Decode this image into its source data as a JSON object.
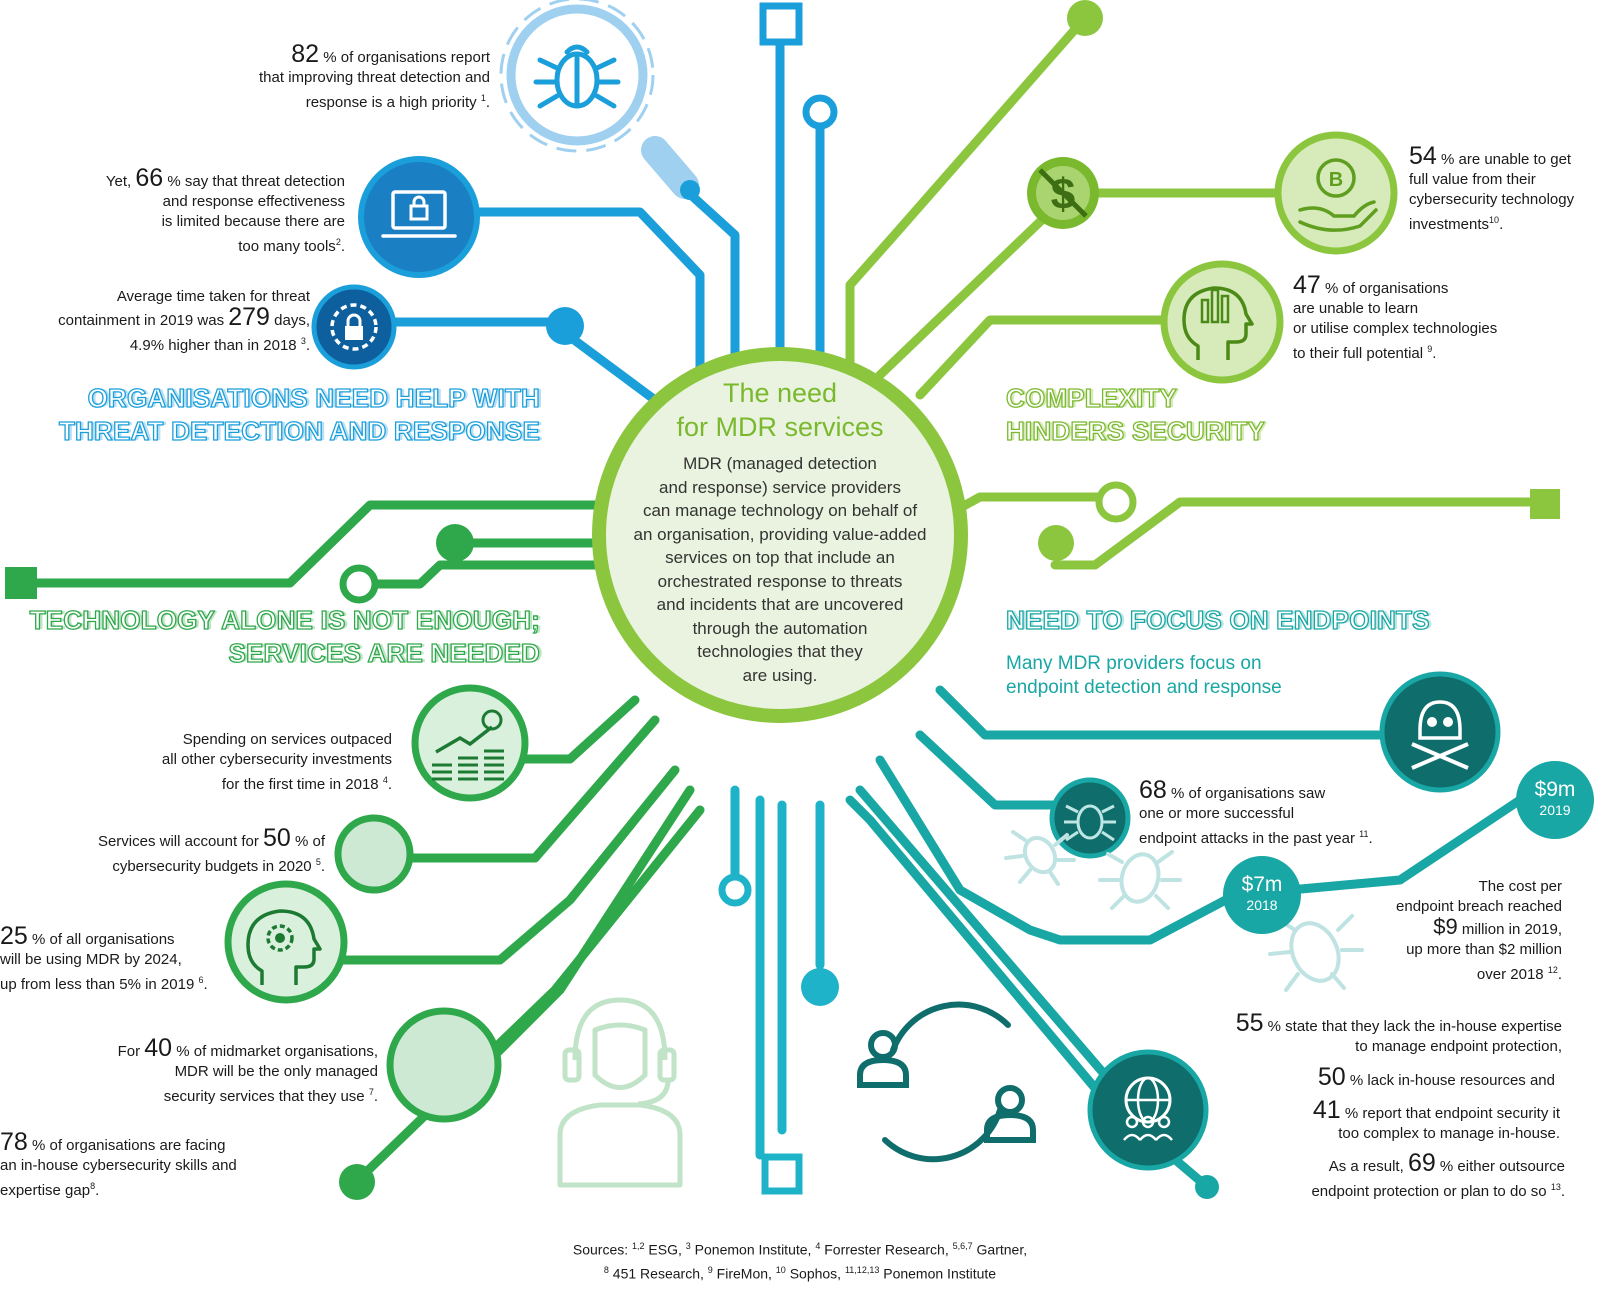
{
  "center": {
    "title_line1": "The need",
    "title_line2": "for MDR services",
    "body_lines": [
      "MDR (managed detection",
      "and response) service providers",
      "can manage technology on behalf of",
      "an organisation, providing value-added",
      "services on top that include an",
      "orchestrated response to threats",
      "and incidents that are uncovered",
      "through the automation",
      "technologies that they",
      "are using."
    ]
  },
  "headings": {
    "threat_line1": "ORGANISATIONS NEED HELP WITH",
    "threat_line2": "THREAT DETECTION AND RESPONSE",
    "complexity_line1": "COMPLEXITY",
    "complexity_line2": "HINDERS SECURITY",
    "technology_line1": "TECHNOLOGY ALONE IS NOT ENOUGH;",
    "technology_line2": "SERVICES ARE NEEDED",
    "endpoints_title": "NEED TO FOCUS ON ENDPOINTS",
    "endpoints_sub1": "Many MDR providers focus on",
    "endpoints_sub2": "endpoint detection and response"
  },
  "stats": {
    "s1": {
      "num": "82",
      "l1": " % of organisations report",
      "l2": "that improving threat detection and",
      "l3": "response is a high priority",
      "ref": "1",
      "end": "."
    },
    "s2": {
      "pre": "Yet, ",
      "num": "66",
      "l1": " % say that threat detection",
      "l2": "and response effectiveness",
      "l3": "is limited because there are",
      "l4": "too many tools",
      "ref": "2",
      "end": "."
    },
    "s3": {
      "l1": "Average time taken for threat",
      "pre": "containment in 2019 was ",
      "num": "279",
      "post": " days,",
      "l3": "4.9% higher than in 2018",
      "ref": "3",
      "end": "."
    },
    "s4": {
      "num": "54",
      "l1": " % are unable to get",
      "l2": "full value from their",
      "l3": "cybersecurity technology",
      "l4": "investments",
      "ref": "10",
      "end": "."
    },
    "s5": {
      "num": "47",
      "l1": " % of organisations",
      "l2": "are unable to learn",
      "l3": "or utilise complex technologies",
      "l4": "to their full potential",
      "ref": "9",
      "end": "."
    },
    "s6": {
      "l1": "Spending on services outpaced",
      "l2": "all other cybersecurity investments",
      "l3": "for the first time in 2018",
      "ref": "4",
      "end": "."
    },
    "s7": {
      "pre": "Services will account for ",
      "num": "50",
      "l1": " % of",
      "l2": "cybersecurity budgets in 2020",
      "ref": "5",
      "end": "."
    },
    "s8": {
      "num": "25",
      "l1": " % of all organisations",
      "l2": "will be using MDR by 2024,",
      "l3": "up from less than 5% in 2019",
      "ref": "6",
      "end": "."
    },
    "s9": {
      "pre": "For ",
      "num": "40",
      "l1": " % of midmarket organisations,",
      "l2": "MDR will be the only managed",
      "l3": "security services that they use",
      "ref": "7",
      "end": "."
    },
    "s10": {
      "num": "78",
      "l1": " % of organisations are facing",
      "l2": "an in-house cybersecurity skills and",
      "l3": "expertise gap",
      "ref": "8",
      "end": "."
    },
    "s11": {
      "num": "68",
      "l1": " % of organisations saw",
      "l2": "one or more successful",
      "l3": "endpoint attacks in the past year",
      "ref": "11",
      "end": "."
    },
    "s12": {
      "l1": "The cost per",
      "l2": "endpoint breach reached",
      "num": "$9",
      "l3": " million in 2019,",
      "l4": "up more than $2 million",
      "l5": "over 2018",
      "ref": "12",
      "end": "."
    },
    "s13": {
      "num": "55",
      "l1": " % state that they lack the in-house expertise",
      "l2": "to manage endpoint protection,"
    },
    "s14": {
      "num": "50",
      "l1": " % lack in-house resources and"
    },
    "s15": {
      "num": "41",
      "l1": " % report that endpoint security it",
      "l2": "too complex to manage in-house."
    },
    "s16": {
      "pre": "As a result, ",
      "num": "69",
      "l1": " % either outsource",
      "l2": "endpoint protection or plan to do so",
      "ref": "13",
      "end": "."
    }
  },
  "cost_bubbles": {
    "y2018_value": "$7m",
    "y2018_year": "2018",
    "y2019_value": "$9m",
    "y2019_year": "2019"
  },
  "sources": {
    "label": "Sources:",
    "r1": "1,2",
    "n1": " ESG,",
    "r2": "3",
    "n2": " Ponemon Institute,",
    "r3": "4",
    "n3": " Forrester Research,",
    "r4": "5,6,7",
    "n4": " Gartner,",
    "r5": "8",
    "n5": " 451 Research,",
    "r6": "9",
    "n6": " FireMon,",
    "r7": "10",
    "n7": " Sophos,",
    "r8": "11,12,13",
    "n8": " Ponemon Institute"
  },
  "colors": {
    "blue": "#1b9fdb",
    "light_blue": "#9fd0f0",
    "navy": "#0d5f9e",
    "lime": "#7ab92e",
    "green": "#2ea84a",
    "teal": "#18a7a4",
    "dark_teal": "#0f6e6b"
  },
  "icons": [
    "bug-magnifier-icon",
    "laptop-lock-icon",
    "padlock-gear-icon",
    "dollar-no-icon",
    "bitcoin-hand-icon",
    "head-chart-icon",
    "chart-dollar-icon",
    "head-gear-icon",
    "headset-person-icon",
    "users-cycle-icon",
    "skull-icon",
    "bug-icon",
    "globe-people-icon"
  ]
}
